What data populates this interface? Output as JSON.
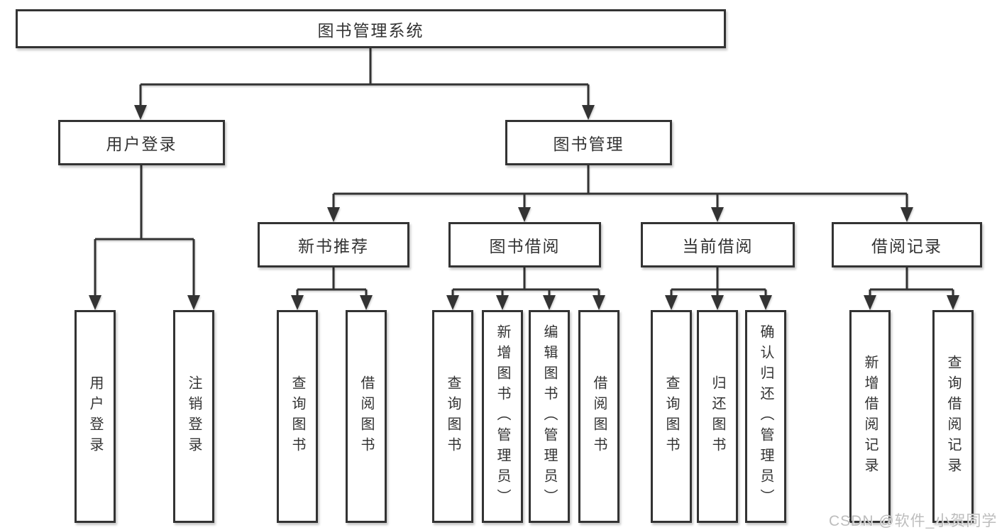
{
  "diagram": {
    "root_label": "图书管理系统",
    "user_login": {
      "label": "用户登录",
      "leaves": [
        "用户登录",
        "注销登录"
      ]
    },
    "book_mgmt": {
      "label": "图书管理",
      "sections": [
        {
          "label": "新书推荐",
          "leaves": [
            "查询图书",
            "借阅图书"
          ]
        },
        {
          "label": "图书借阅",
          "leaves": [
            "查询图书",
            "新增图书（管理员）",
            "编辑图书（管理员）",
            "借阅图书"
          ]
        },
        {
          "label": "当前借阅",
          "leaves": [
            "查询图书",
            "归还图书",
            "确认归还（管理员）"
          ]
        },
        {
          "label": "借阅记录",
          "leaves": [
            "新增借阅记录",
            "查询借阅记录"
          ]
        }
      ]
    },
    "colors": {
      "line": "#333333",
      "text": "#333333",
      "background": "#ffffff",
      "watermark": "#bdbdbd"
    }
  },
  "watermark": "CSDN @软件_小贺同学"
}
